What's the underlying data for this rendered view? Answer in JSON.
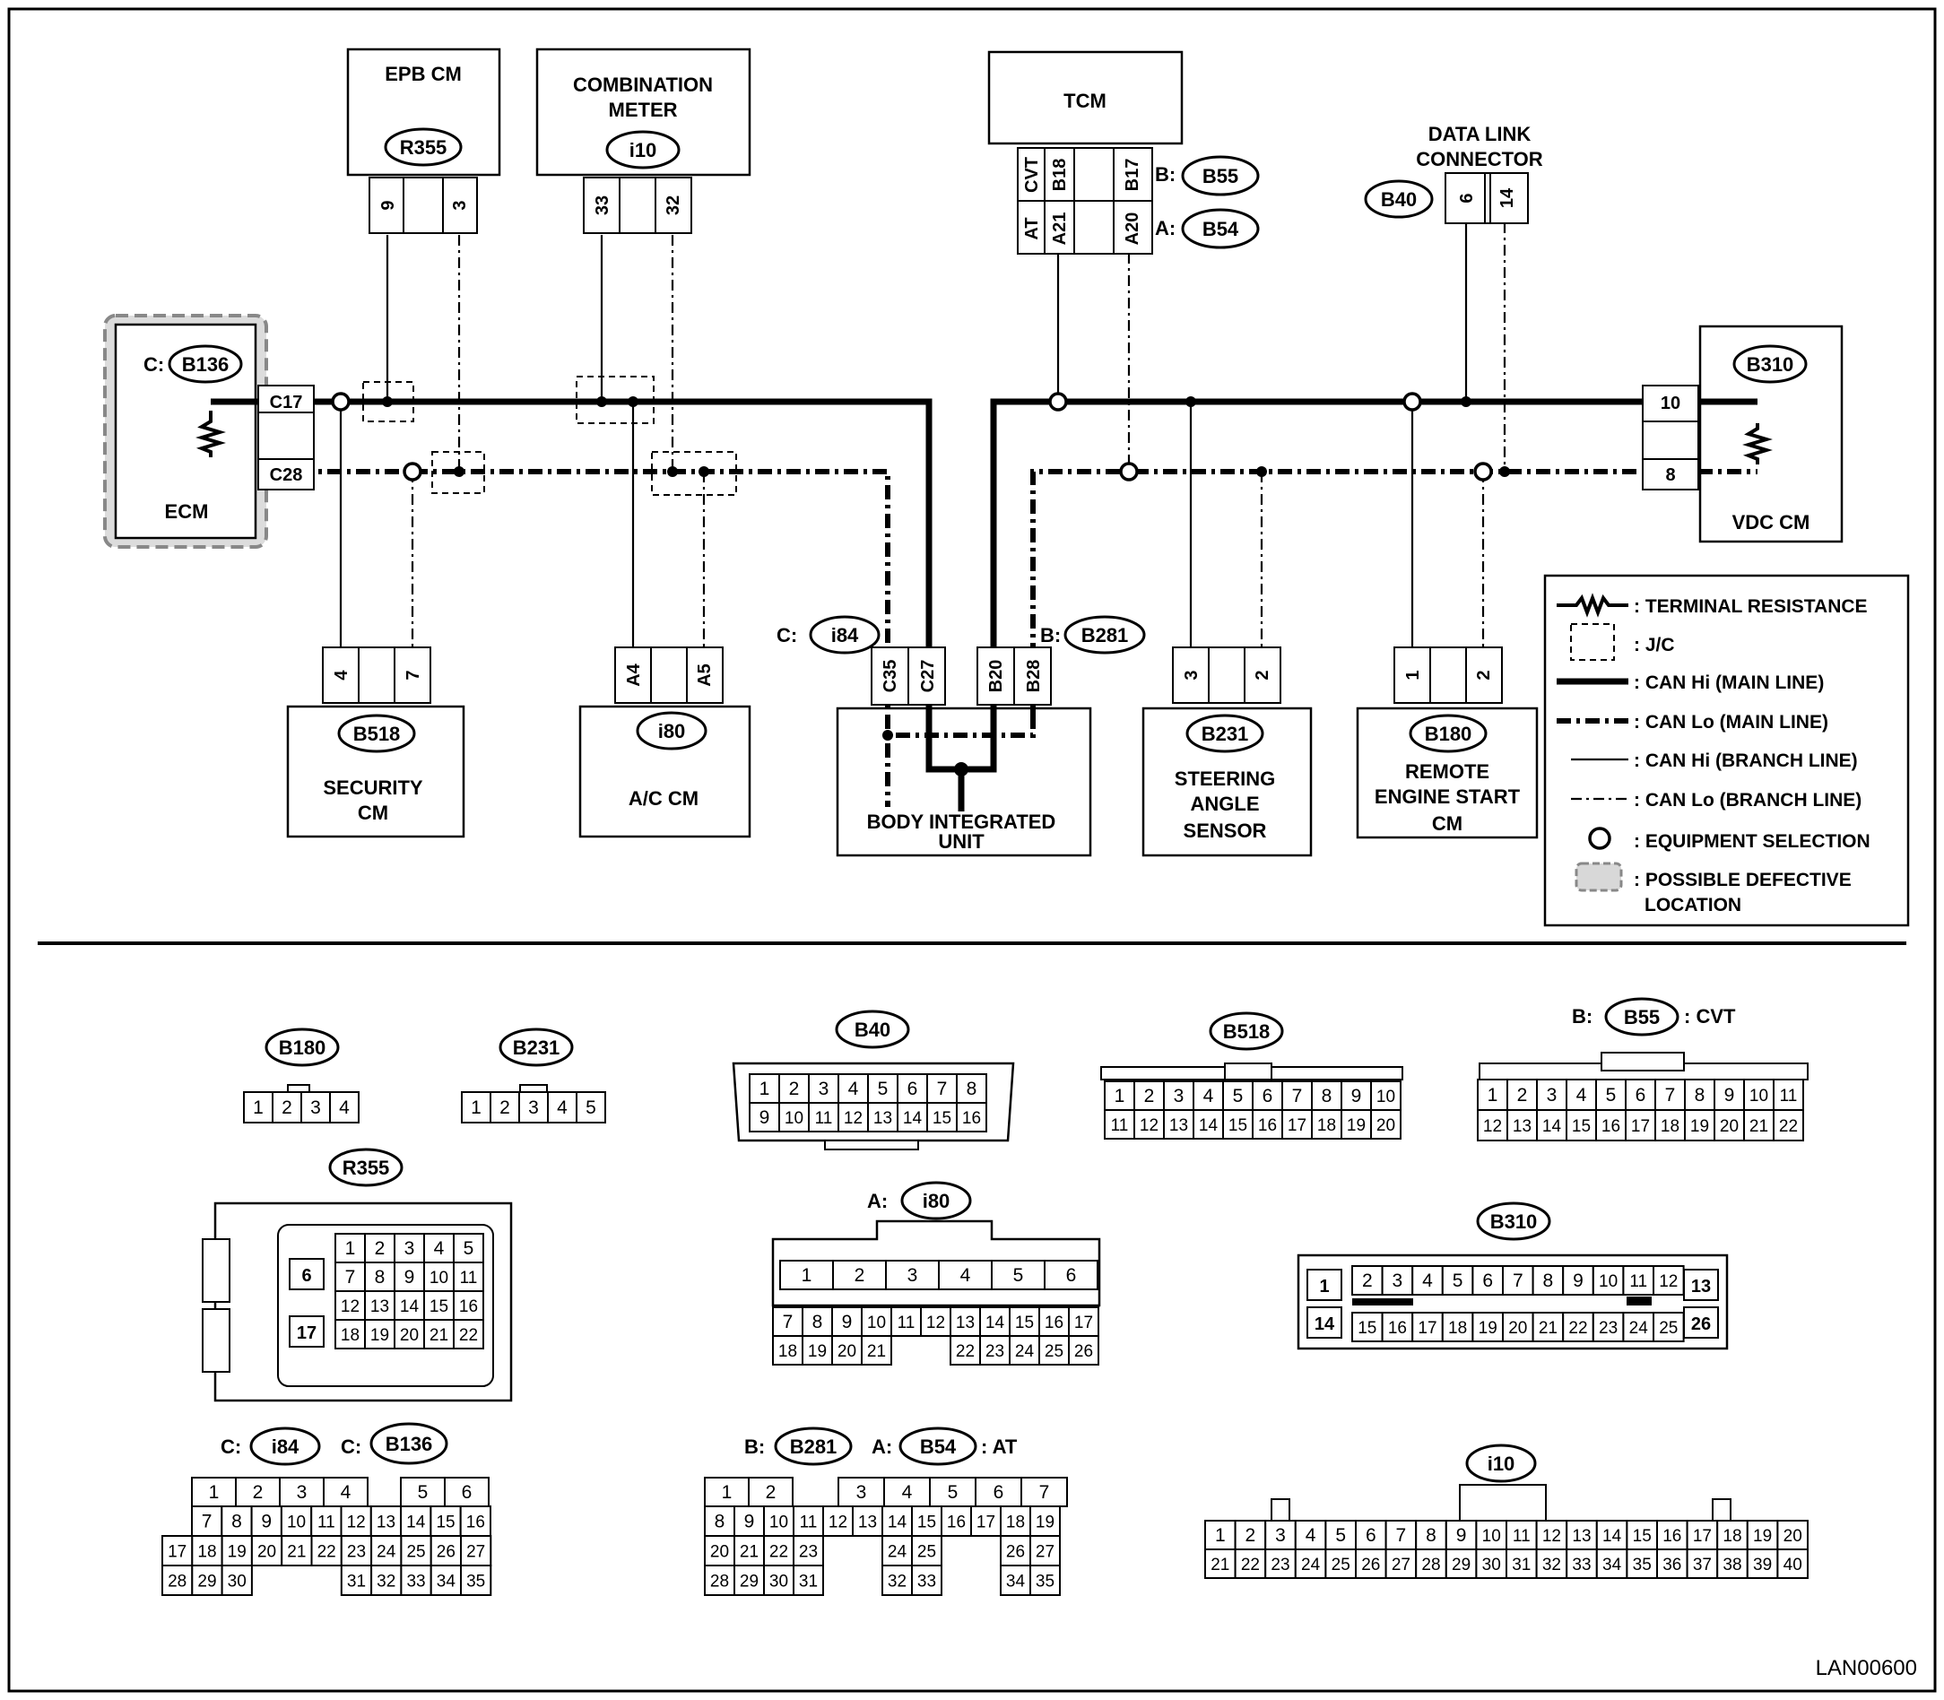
{
  "modules": {
    "epb": {
      "name": "EPB CM",
      "connector": "R355",
      "pins": [
        "9",
        "3"
      ]
    },
    "combination_meter": {
      "name_line1": "COMBINATION",
      "name_line2": "METER",
      "connector": "i10",
      "pins": [
        "33",
        "32"
      ]
    },
    "tcm": {
      "name": "TCM",
      "pins_top": [
        "AT",
        "CVT",
        "B18",
        "B17"
      ],
      "pins_bottom": [
        "A21",
        "A20"
      ],
      "b_prefix": "B:",
      "b_connector": "B55",
      "a_prefix": "A:",
      "a_connector": "B54"
    },
    "data_link": {
      "name_line1": "DATA LINK",
      "name_line2": "CONNECTOR",
      "connector": "B40",
      "pins": [
        "6",
        "14"
      ]
    },
    "ecm": {
      "name": "ECM",
      "prefix": "C:",
      "connector": "B136",
      "pins": [
        "C17",
        "C28"
      ]
    },
    "vdc": {
      "name": "VDC CM",
      "connector": "B310",
      "pins": [
        "10",
        "8"
      ]
    },
    "security": {
      "name_line1": "SECURITY",
      "name_line2": "CM",
      "connector": "B518",
      "pins": [
        "4",
        "7"
      ]
    },
    "ac": {
      "name": "A/C CM",
      "connector": "i80",
      "pins": [
        "A4",
        "A5"
      ]
    },
    "body": {
      "name_line1": "BODY INTEGRATED",
      "name_line2": "UNIT",
      "c_prefix": "C:",
      "c_connector": "i84",
      "b_prefix": "B:",
      "b_connector": "B281",
      "pins": [
        "C35",
        "C27",
        "B20",
        "B28"
      ]
    },
    "steering": {
      "name_line1": "STEERING",
      "name_line2": "ANGLE",
      "name_line3": "SENSOR",
      "connector": "B231",
      "pins": [
        "3",
        "2"
      ]
    },
    "remote": {
      "name_line1": "REMOTE",
      "name_line2": "ENGINE START",
      "name_line3": "CM",
      "connector": "B180",
      "pins": [
        "1",
        "2"
      ]
    }
  },
  "legend": {
    "items": [
      ": TERMINAL RESISTANCE",
      ": J/C",
      ": CAN Hi (MAIN LINE)",
      ": CAN Lo (MAIN LINE)",
      ": CAN Hi (BRANCH LINE)",
      ": CAN Lo (BRANCH LINE)",
      ": EQUIPMENT SELECTION",
      ": POSSIBLE DEFECTIVE",
      "LOCATION"
    ]
  },
  "connector_views": {
    "b180": {
      "label": "B180"
    },
    "b231": {
      "label": "B231"
    },
    "b40": {
      "label": "B40"
    },
    "b518": {
      "label": "B518"
    },
    "b55": {
      "prefix": "B:",
      "label": "B55",
      "suffix": ": CVT"
    },
    "r355": {
      "label": "R355"
    },
    "i80": {
      "prefix": "A:",
      "label": "i80"
    },
    "b310": {
      "label": "B310"
    },
    "i84": {
      "prefix": "C:",
      "label": "i84"
    },
    "b136": {
      "prefix": "C:",
      "label": "B136"
    },
    "b281": {
      "prefix": "B:",
      "label": "B281"
    },
    "b54": {
      "prefix": "A:",
      "label": "B54",
      "suffix": ": AT"
    },
    "i10": {
      "label": "i10"
    }
  },
  "figure_code": "LAN00600"
}
